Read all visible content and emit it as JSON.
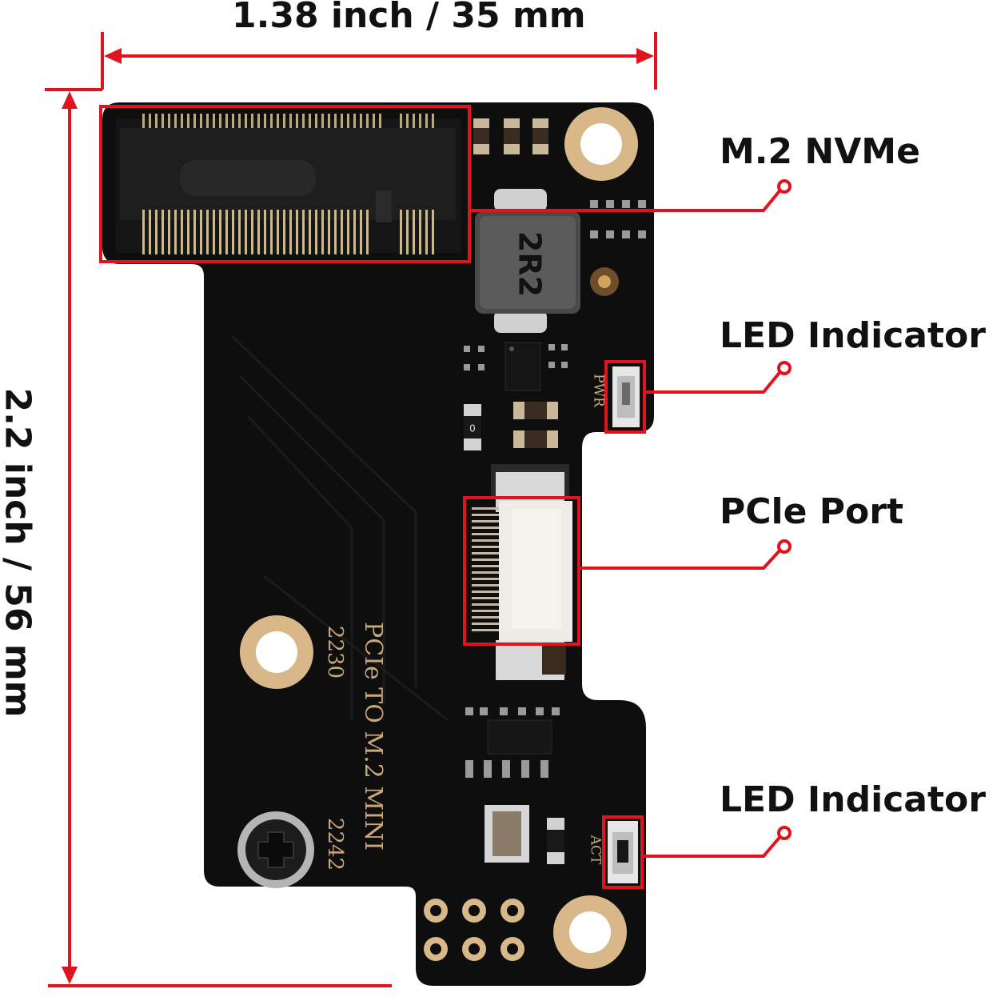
{
  "dimensions": {
    "width_label": "1.38 inch / 35 mm",
    "height_label": "2.2 inch / 56 mm"
  },
  "callouts": {
    "m2": "M.2 NVMe",
    "led_top": "LED Indicator",
    "pcie": "PCle Port",
    "led_bottom": "LED Indicator"
  },
  "board_silkscreen": {
    "inductor": "2R2",
    "title": "PCIe TO M.2 MINI",
    "size_a": "2230",
    "size_b": "2242",
    "pwr": "PWR",
    "act": "ACT",
    "resistor_mark": "0"
  },
  "colors": {
    "callout_red": "#e0141c",
    "board": "#0e0e0e",
    "pad_gold": "#d8b888"
  }
}
